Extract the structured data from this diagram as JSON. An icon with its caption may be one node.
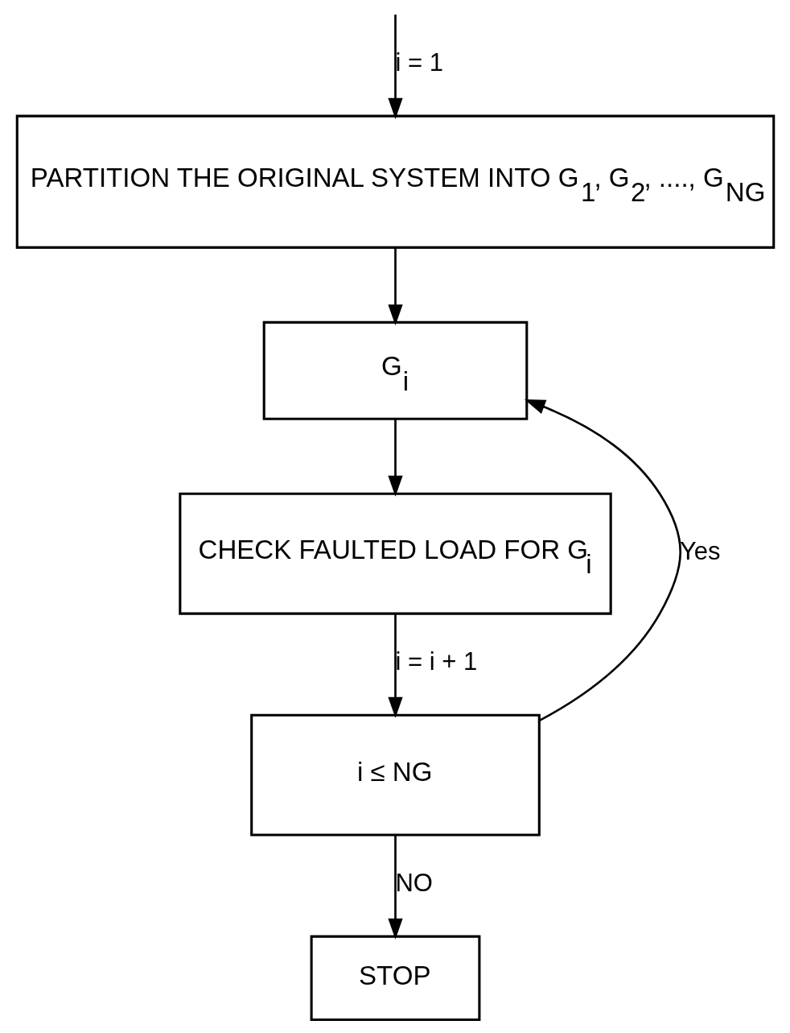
{
  "diagram": {
    "nodes": [
      {
        "text": [
          "PARTITION THE ORIGINAL SYSTEM INTO G$_{1}$, G$_{2}$, ...., G$_{NG}$"
        ]
      },
      {
        "text": [
          "G$_{i}$"
        ]
      },
      {
        "text": [
          "CHECK FAULTED LOAD FOR G$_{i}$"
        ]
      },
      {
        "text": [
          "i ≤ NG"
        ]
      },
      {
        "text": [
          "STOP"
        ]
      }
    ],
    "edges": [
      {
        "from": null,
        "to": 0,
        "arrow": "to",
        "label": "i = 1"
      },
      {
        "from": 0,
        "to": 1,
        "arrow": "to"
      },
      {
        "from": 1,
        "to": 2,
        "arrow": "to"
      },
      {
        "from": 2,
        "to": 3,
        "arrow": "to",
        "label": "i = i + 1"
      },
      {
        "from": 3,
        "to": 4,
        "arrow": "to",
        "label": "NO"
      },
      {
        "from": 3,
        "to": 1,
        "arrow": "to",
        "label": "Yes"
      }
    ]
  }
}
